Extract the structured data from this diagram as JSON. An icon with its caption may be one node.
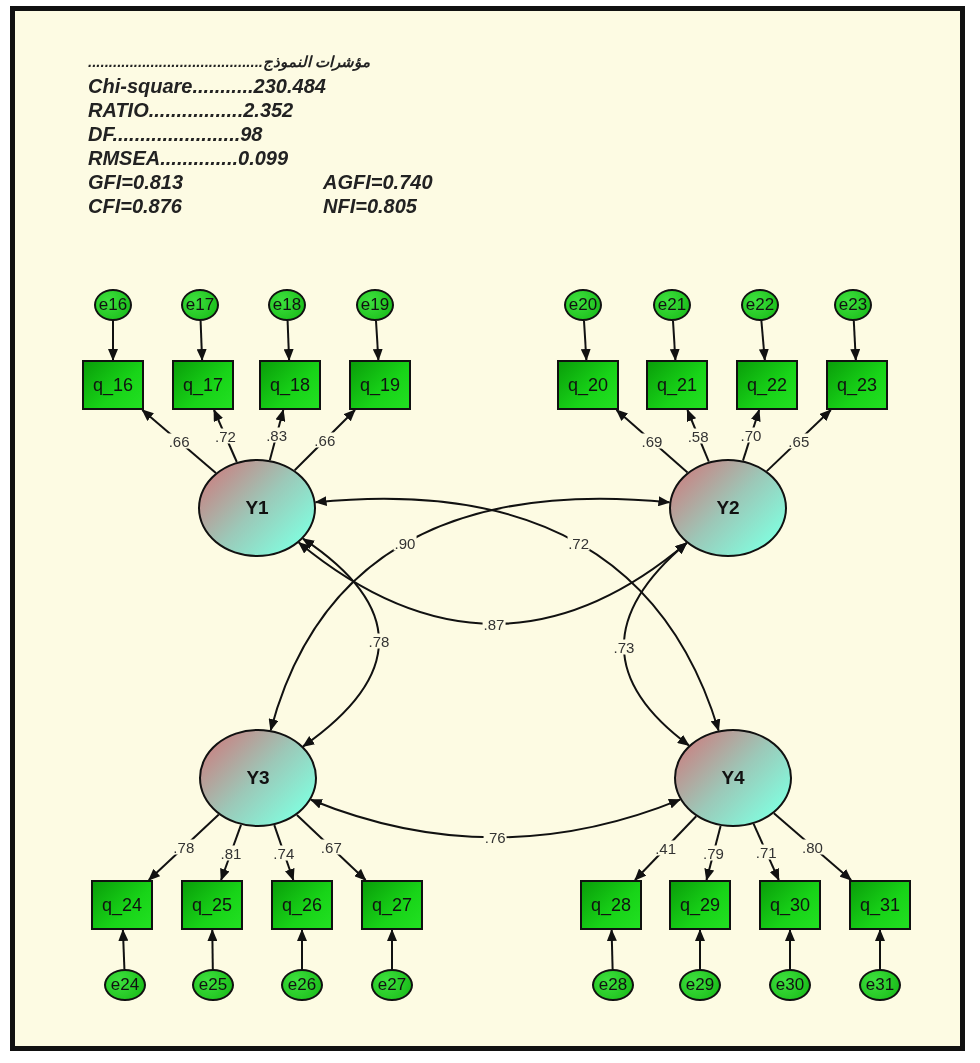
{
  "diagram": {
    "nodes": [
      {
        "text": [
          "e16"
        ]
      },
      {
        "text": [
          "e17"
        ]
      },
      {
        "text": [
          "e18"
        ]
      },
      {
        "text": [
          "e19"
        ]
      },
      {
        "text": [
          "e20"
        ]
      },
      {
        "text": [
          "e21"
        ]
      },
      {
        "text": [
          "e22"
        ]
      },
      {
        "text": [
          "e23"
        ]
      },
      {
        "text": [
          "q_16"
        ]
      },
      {
        "text": [
          "q_17"
        ]
      },
      {
        "text": [
          "q_18"
        ]
      },
      {
        "text": [
          "q_19"
        ]
      },
      {
        "text": [
          "q_20"
        ]
      },
      {
        "text": [
          "q_21"
        ]
      },
      {
        "text": [
          "q_22"
        ]
      },
      {
        "text": [
          "q_23"
        ]
      },
      {
        "text": [
          "Y1"
        ]
      },
      {
        "text": [
          "Y2"
        ]
      },
      {
        "text": [
          "Y3"
        ]
      },
      {
        "text": [
          "Y4"
        ]
      },
      {
        "text": [
          "q_24"
        ]
      },
      {
        "text": [
          "q_25"
        ]
      },
      {
        "text": [
          "q_26"
        ]
      },
      {
        "text": [
          "q_27"
        ]
      },
      {
        "text": [
          "q_28"
        ]
      },
      {
        "text": [
          "q_29"
        ]
      },
      {
        "text": [
          "q_30"
        ]
      },
      {
        "text": [
          "q_31"
        ]
      },
      {
        "text": [
          "e24"
        ]
      },
      {
        "text": [
          "e25"
        ]
      },
      {
        "text": [
          "e26"
        ]
      },
      {
        "text": [
          "e27"
        ]
      },
      {
        "text": [
          "e28"
        ]
      },
      {
        "text": [
          "e29"
        ]
      },
      {
        "text": [
          "e30"
        ]
      },
      {
        "text": [
          "e31"
        ]
      }
    ],
    "edges": [
      {
        "from": 0,
        "to": 8,
        "arrow": "to"
      },
      {
        "from": 1,
        "to": 9,
        "arrow": "to"
      },
      {
        "from": 2,
        "to": 10,
        "arrow": "to"
      },
      {
        "from": 3,
        "to": 11,
        "arrow": "to"
      },
      {
        "from": 4,
        "to": 12,
        "arrow": "to"
      },
      {
        "from": 5,
        "to": 13,
        "arrow": "to"
      },
      {
        "from": 6,
        "to": 14,
        "arrow": "to"
      },
      {
        "from": 7,
        "to": 15,
        "arrow": "to"
      },
      {
        "from": 16,
        "to": 8,
        "arrow": "to",
        "label": ".66"
      },
      {
        "from": 16,
        "to": 9,
        "arrow": "to",
        "label": ".72"
      },
      {
        "from": 16,
        "to": 10,
        "arrow": "to",
        "label": ".83"
      },
      {
        "from": 16,
        "to": 11,
        "arrow": "to",
        "label": ".66"
      },
      {
        "from": 17,
        "to": 12,
        "arrow": "to",
        "label": ".69"
      },
      {
        "from": 17,
        "to": 13,
        "arrow": "to",
        "label": ".58"
      },
      {
        "from": 17,
        "to": 14,
        "arrow": "to",
        "label": ".70"
      },
      {
        "from": 17,
        "to": 15,
        "arrow": "to",
        "label": ".65"
      },
      {
        "from": 16,
        "to": 17,
        "arrow": "both",
        "label": ".87"
      },
      {
        "from": 17,
        "to": 18,
        "arrow": "both",
        "label": ".90"
      },
      {
        "from": 16,
        "to": 19,
        "arrow": "both",
        "label": ".72"
      },
      {
        "from": 16,
        "to": 18,
        "arrow": "both",
        "label": ".78"
      },
      {
        "from": 17,
        "to": 19,
        "arrow": "both",
        "label": ".73"
      },
      {
        "from": 18,
        "to": 19,
        "arrow": "both",
        "label": ".76"
      },
      {
        "from": 18,
        "to": 20,
        "arrow": "to",
        "label": ".78"
      },
      {
        "from": 18,
        "to": 21,
        "arrow": "to",
        "label": ".81"
      },
      {
        "from": 18,
        "to": 22,
        "arrow": "to",
        "label": ".74"
      },
      {
        "from": 18,
        "to": 23,
        "arrow": "to",
        "label": ".67"
      },
      {
        "from": 19,
        "to": 24,
        "arrow": "to",
        "label": ".41"
      },
      {
        "from": 19,
        "to": 25,
        "arrow": "to",
        "label": ".79"
      },
      {
        "from": 19,
        "to": 26,
        "arrow": "to",
        "label": ".71"
      },
      {
        "from": 19,
        "to": 27,
        "arrow": "to",
        "label": ".80"
      },
      {
        "from": 28,
        "to": 20,
        "arrow": "to"
      },
      {
        "from": 29,
        "to": 21,
        "arrow": "to"
      },
      {
        "from": 30,
        "to": 22,
        "arrow": "to"
      },
      {
        "from": 31,
        "to": 23,
        "arrow": "to"
      },
      {
        "from": 32,
        "to": 24,
        "arrow": "to"
      },
      {
        "from": 33,
        "to": 25,
        "arrow": "to"
      },
      {
        "from": 34,
        "to": 26,
        "arrow": "to"
      },
      {
        "from": 35,
        "to": 27,
        "arrow": "to"
      }
    ],
    "labels": [
      "مؤشرات النموذج..........................................",
      "Chi-square...........230.484",
      "RATIO.................2.352",
      "DF.......................98",
      "RMSEA..............0.099",
      "GFI=0.813",
      "AGFI=0.740",
      "CFI=0.876",
      "NFI=0.805"
    ]
  }
}
